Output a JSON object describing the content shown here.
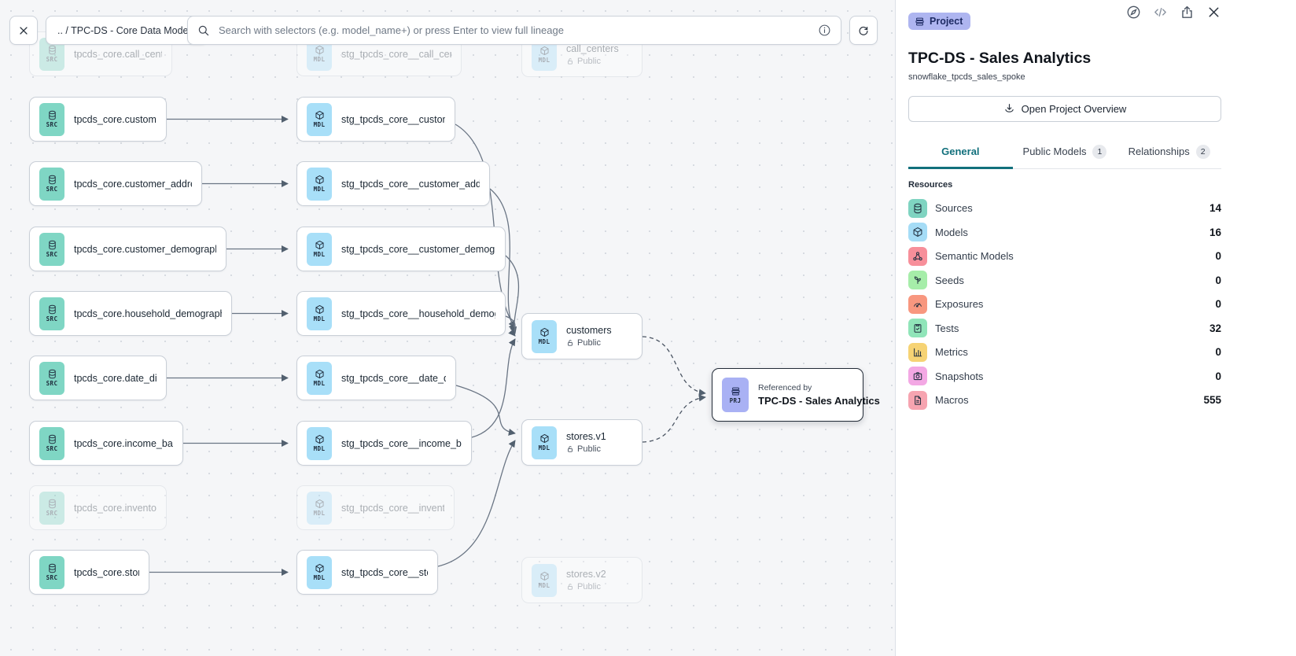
{
  "toolbar": {
    "breadcrumb": ".. / TPC-DS - Core Data Models",
    "search_placeholder": "Search with selectors (e.g. model_name+) or press Enter to view full lineage"
  },
  "graph": {
    "type_labels": {
      "src": "SRC",
      "mdl": "MDL",
      "prj": "PRJ"
    },
    "public_label": "Public",
    "nodes": {
      "src_call_center": {
        "label": "tpcds_core.call_center"
      },
      "src_customer": {
        "label": "tpcds_core.customer"
      },
      "src_customer_address": {
        "label": "tpcds_core.customer_address"
      },
      "src_customer_demographics": {
        "label": "tpcds_core.customer_demographics"
      },
      "src_household_demographics": {
        "label": "tpcds_core.household_demographics"
      },
      "src_date_dim": {
        "label": "tpcds_core.date_dim"
      },
      "src_income_band": {
        "label": "tpcds_core.income_band"
      },
      "src_inventory": {
        "label": "tpcds_core.inventory"
      },
      "src_store": {
        "label": "tpcds_core.store"
      },
      "stg_call_center": {
        "label": "stg_tpcds_core__call_center"
      },
      "stg_customer": {
        "label": "stg_tpcds_core__customer"
      },
      "stg_customer_address": {
        "label": "stg_tpcds_core__customer_address"
      },
      "stg_customer_demographics": {
        "label": "stg_tpcds_core__customer_demogra…"
      },
      "stg_household_demographics": {
        "label": "stg_tpcds_core__household_demogr…"
      },
      "stg_date_dim": {
        "label": "stg_tpcds_core__date_dim"
      },
      "stg_income_band": {
        "label": "stg_tpcds_core__income_band"
      },
      "stg_inventory": {
        "label": "stg_tpcds_core__inventory"
      },
      "stg_store": {
        "label": "stg_tpcds_core__store"
      },
      "mdl_call_centers": {
        "label": "call_centers"
      },
      "mdl_customers": {
        "label": "customers"
      },
      "mdl_stores_v1": {
        "label": "stores.v1"
      },
      "mdl_stores_v2": {
        "label": "stores.v2"
      },
      "prj_ref": {
        "kicker": "Referenced by",
        "label": "TPC-DS - Sales Analytics"
      }
    }
  },
  "panel": {
    "badge_label": "Project",
    "title": "TPC-DS - Sales Analytics",
    "subtitle": "snowflake_tpcds_sales_spoke",
    "overview_button": "Open Project Overview",
    "tabs": {
      "general": "General",
      "public_models": "Public Models",
      "public_models_count": "1",
      "relationships": "Relationships",
      "relationships_count": "2"
    },
    "resources_header": "Resources",
    "resources": [
      {
        "label": "Sources",
        "value": "14",
        "icon": "source-icon",
        "color": "#7FD4C1"
      },
      {
        "label": "Models",
        "value": "16",
        "icon": "model-icon",
        "color": "#A5DCF6"
      },
      {
        "label": "Semantic Models",
        "value": "0",
        "icon": "semantic-model-icon",
        "color": "#F78F9A"
      },
      {
        "label": "Seeds",
        "value": "0",
        "icon": "seed-icon",
        "color": "#A6EDA9"
      },
      {
        "label": "Exposures",
        "value": "0",
        "icon": "exposure-icon",
        "color": "#F8977F"
      },
      {
        "label": "Tests",
        "value": "32",
        "icon": "test-icon",
        "color": "#90E5B9"
      },
      {
        "label": "Metrics",
        "value": "0",
        "icon": "metric-icon",
        "color": "#F6D374"
      },
      {
        "label": "Snapshots",
        "value": "0",
        "icon": "snapshot-icon",
        "color": "#F3A8E4"
      },
      {
        "label": "Macros",
        "value": "555",
        "icon": "macro-icon",
        "color": "#F6A4B0"
      }
    ],
    "colors": {
      "accent_teal": "#12707C",
      "project_badge_bg": "#AEB5F0",
      "src_icon_bg": "#7FD6C4",
      "mdl_icon_bg": "#A8DFF8",
      "prj_icon_bg": "#A9B1F4"
    }
  }
}
